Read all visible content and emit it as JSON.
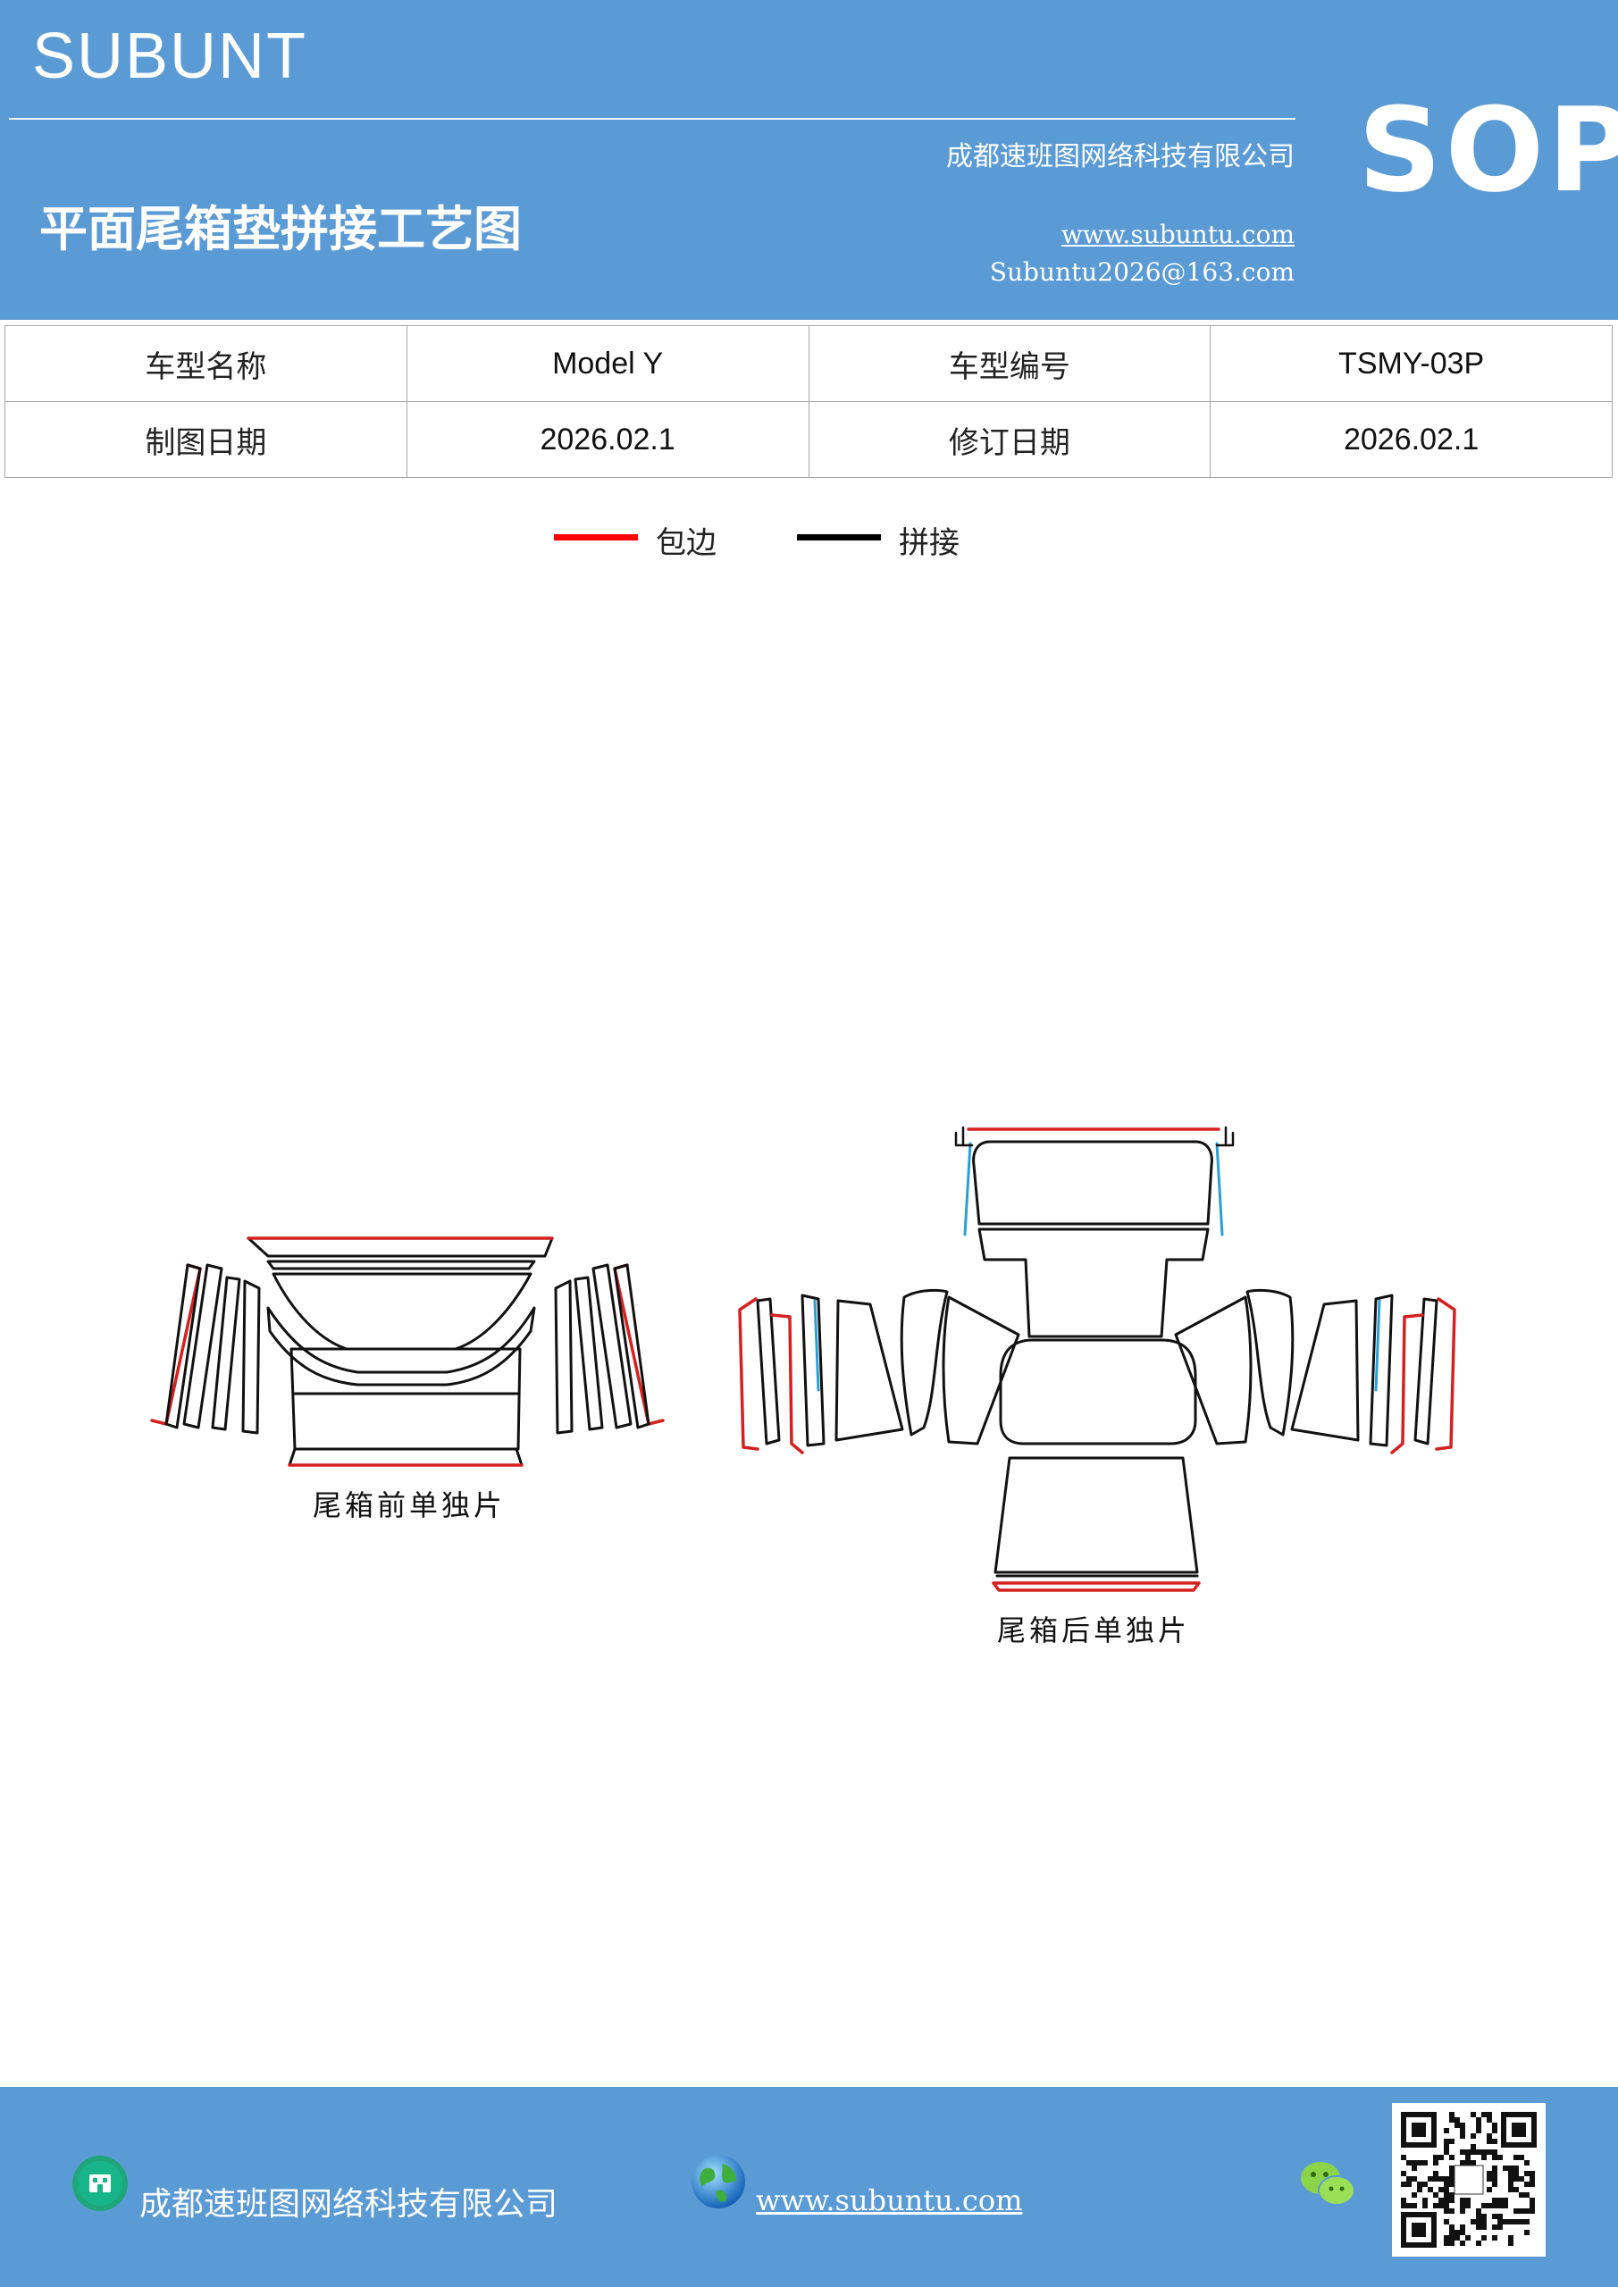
{
  "header": {
    "brand": "SUBUNT",
    "company": "成都速班图网络科技有限公司",
    "title": "平面尾箱垫拼接工艺图",
    "website": "www.subuntu.com",
    "email": "Subuntu2026@163.com",
    "sop": "SOP"
  },
  "info_table": {
    "rows": [
      {
        "label1": "车型名称",
        "value1": "Model  Y",
        "label2": "车型编号",
        "value2": "TSMY-03P"
      },
      {
        "label1": "制图日期",
        "value1": "2026.02.1",
        "label2": "修订日期",
        "value2": "2026.02.1"
      }
    ]
  },
  "legend": {
    "items": [
      {
        "label": "包边",
        "color": "#ff0000"
      },
      {
        "label": "拼接",
        "color": "#000000"
      }
    ]
  },
  "diagram": {
    "front_caption": "尾箱前单独片",
    "rear_caption": "尾箱后单独片",
    "edge_color": "#d62020",
    "seam_color": "#111111",
    "accent_color": "#2a9fd6"
  },
  "footer": {
    "company": "成都速班图网络科技有限公司",
    "website": "www.subuntu.com",
    "icons": [
      "building-icon",
      "globe-icon",
      "wechat-icon",
      "qr-code"
    ]
  },
  "colors": {
    "brand_blue": "#5b9bd5"
  }
}
